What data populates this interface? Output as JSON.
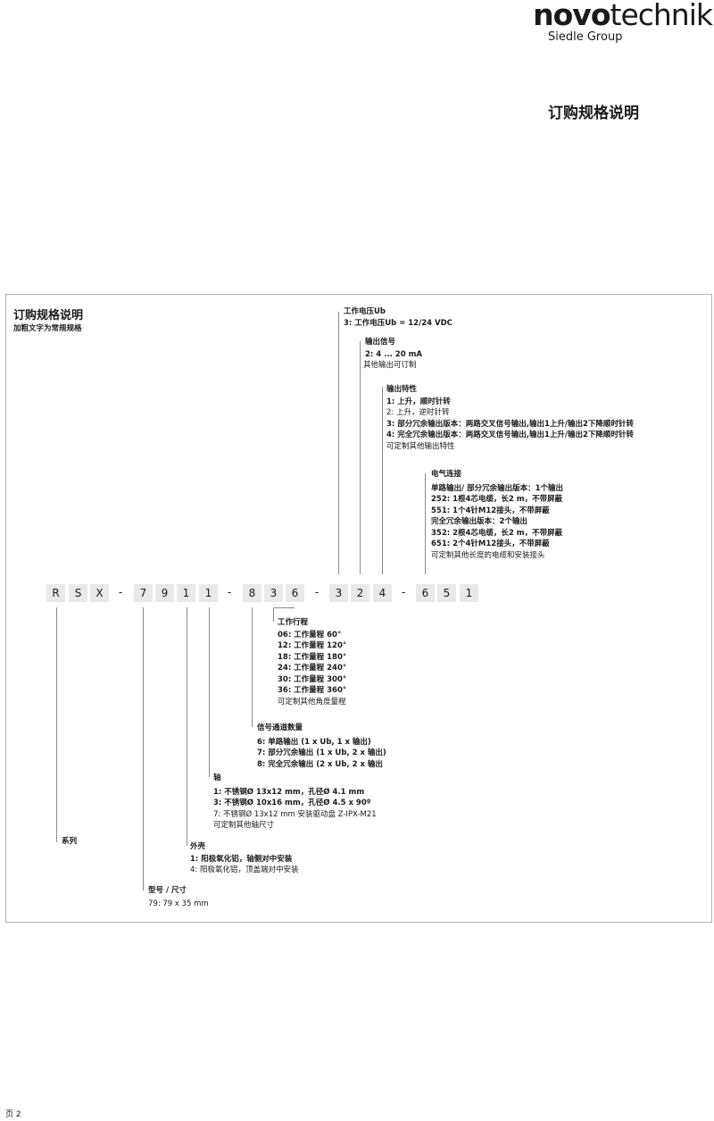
{
  "header": {
    "logo_bold": "novo",
    "logo_light": "technik",
    "logo_sub": "Siedle Group",
    "title": "订购规格说明"
  },
  "panel": {
    "title": "订购规格说明",
    "subtitle": "加粗文字为常规规格"
  },
  "code_boxes": [
    "R",
    "S",
    "X",
    "-",
    "7",
    "9",
    "1",
    "1",
    "-",
    "8",
    "3",
    "6",
    "-",
    "3",
    "2",
    "4",
    "-",
    "6",
    "5",
    "1"
  ],
  "top_groups": {
    "supply_voltage": {
      "heading": "工作电压Ub",
      "bold_lines": [
        "3: 工作电压Ub = 12/24 VDC"
      ],
      "normal_lines": []
    },
    "output_signal": {
      "heading": "输出信号",
      "bold_lines": [
        "2: 4 ... 20 mA"
      ],
      "normal_lines": [
        "其他输出可订制"
      ]
    },
    "output_characteristic": {
      "heading": "输出特性",
      "lines": [
        {
          "t": "1: 上升，顺时针转",
          "b": true
        },
        {
          "t": "2: 上升，逆时针转",
          "b": false
        },
        {
          "t": "3: 部分冗余输出版本：两路交叉信号输出,输出1上升/输出2下降顺时针转",
          "b": true
        },
        {
          "t": "4: 完全冗余输出版本：两路交叉信号输出,输出1上升/输出2下降顺时针转",
          "b": true
        },
        {
          "t": "可定制其他输出特性",
          "b": false
        }
      ]
    },
    "electrical_connection": {
      "heading": "电气连接",
      "lines": [
        {
          "t": "单路输出/ 部分冗余输出版本：1个输出",
          "b": true
        },
        {
          "t": "252: 1根4芯电缆，长2 m，不带屏蔽",
          "b": true
        },
        {
          "t": "551: 1个4针M12接头，不带屏蔽",
          "b": true
        },
        {
          "t": "完全冗余输出版本：2个输出",
          "b": true
        },
        {
          "t": "352: 2根4芯电缆，长2 m，不带屏蔽",
          "b": true
        },
        {
          "t": "651: 2个4针M12接头，不带屏蔽",
          "b": true
        },
        {
          "t": "可定制其他长度的电缆和安装接头",
          "b": false
        }
      ]
    }
  },
  "bottom_groups": {
    "electrical_angle": {
      "heading": "工作行程",
      "lines": [
        {
          "t": "06: 工作量程 60°",
          "b": true
        },
        {
          "t": "12: 工作量程 120°",
          "b": true
        },
        {
          "t": "18: 工作量程 180°",
          "b": true
        },
        {
          "t": "24: 工作量程 240°",
          "b": true
        },
        {
          "t": "30: 工作量程 300°",
          "b": true
        },
        {
          "t": "36: 工作量程 360°",
          "b": true
        },
        {
          "t": "可定制其他角度量程",
          "b": false
        }
      ]
    },
    "channels": {
      "heading": "信号通道数量",
      "lines": [
        {
          "t": "6: 单路输出 (1 x Ub, 1 x 输出)",
          "b": true
        },
        {
          "t": "7: 部分冗余输出 (1 x Ub, 2 x 输出)",
          "b": true
        },
        {
          "t": "8: 完全冗余输出 (2 x Ub, 2 x 输出",
          "b": true
        }
      ]
    },
    "shaft": {
      "heading": "轴",
      "lines": [
        {
          "t": "1: 不锈钢Ø 13x12 mm，孔径Ø 4.1 mm",
          "b": true
        },
        {
          "t": "3: 不锈钢Ø 10x16 mm，孔径Ø 4.5 x 90º",
          "b": true
        },
        {
          "t": "7: 不锈钢Ø 13x12 mm 安装驱动盘 Z-IPX-M21",
          "b": false
        },
        {
          "t": "可定制其他轴尺寸",
          "b": false
        }
      ]
    },
    "series": {
      "heading": "系列"
    },
    "housing": {
      "heading": "外壳",
      "lines": [
        {
          "t": "1: 阳极氧化铝，轴侧对中安装",
          "b": true
        },
        {
          "t": "4: 阳极氧化铝，顶盖端对中安装",
          "b": false
        }
      ]
    },
    "size": {
      "heading": "型号 / 尺寸",
      "lines": [
        {
          "t": "79: 79 x 35 mm",
          "b": false
        }
      ]
    }
  },
  "footer": {
    "page": "页 2"
  }
}
